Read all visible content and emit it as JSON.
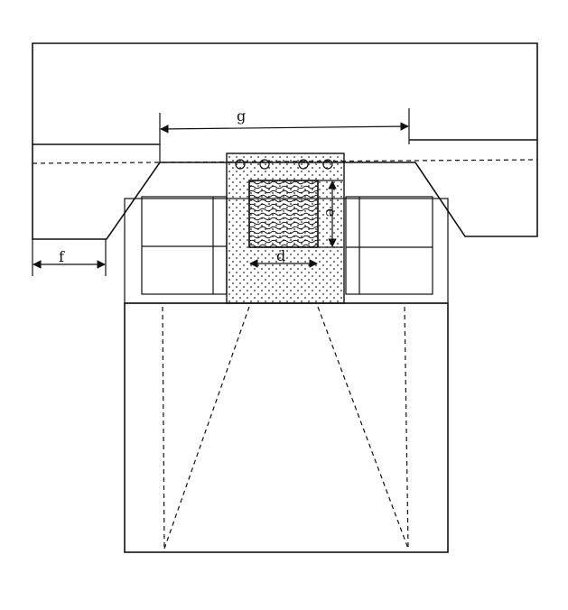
{
  "diagram": {
    "dimension_labels": {
      "g": "g",
      "f": "f",
      "e": "e",
      "d": "d"
    },
    "colors": {
      "ink": "#111111",
      "background": "#ffffff"
    }
  }
}
